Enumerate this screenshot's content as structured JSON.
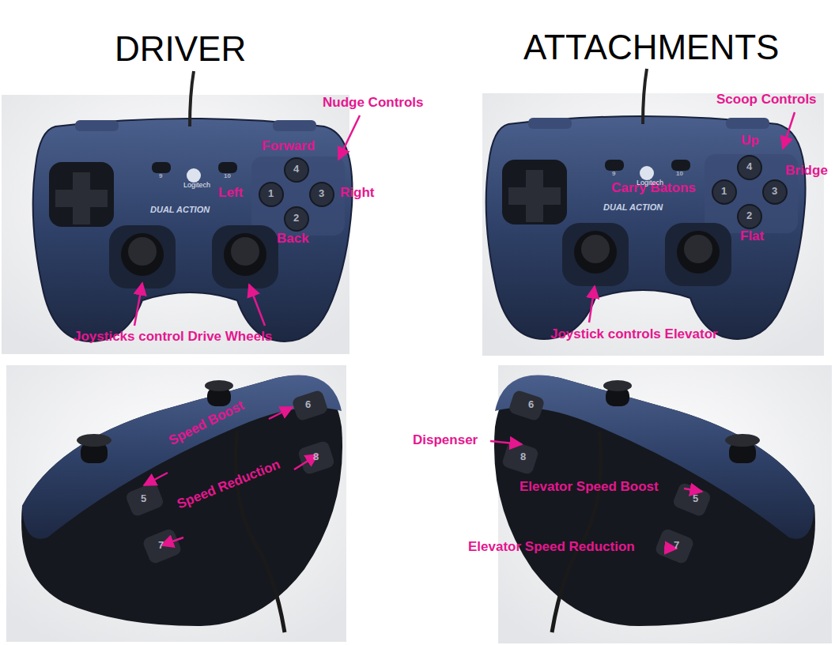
{
  "diagram": {
    "labels": [
      "DRIVER",
      "ATTACHMENTS",
      "Nudge Controls",
      "Forward",
      "Left",
      "Right",
      "Back",
      "Joysticks control Drive Wheels",
      "Scoop Controls",
      "Up",
      "Carry Batons",
      "Bridge",
      "Flat",
      "Joystick controls Elevator",
      "Speed Boost",
      "Speed Reduction",
      "Dispenser",
      "Elevator Speed Boost",
      "Elevator Speed Reduction",
      "Logitech",
      "DUAL ACTION",
      "Logitech",
      "DUAL ACTION",
      "4",
      "1",
      "3",
      "2",
      "4",
      "1",
      "3",
      "2",
      "9",
      "10",
      "9",
      "10",
      "6",
      "8",
      "5",
      "7",
      "6",
      "8",
      "5",
      "7"
    ]
  }
}
